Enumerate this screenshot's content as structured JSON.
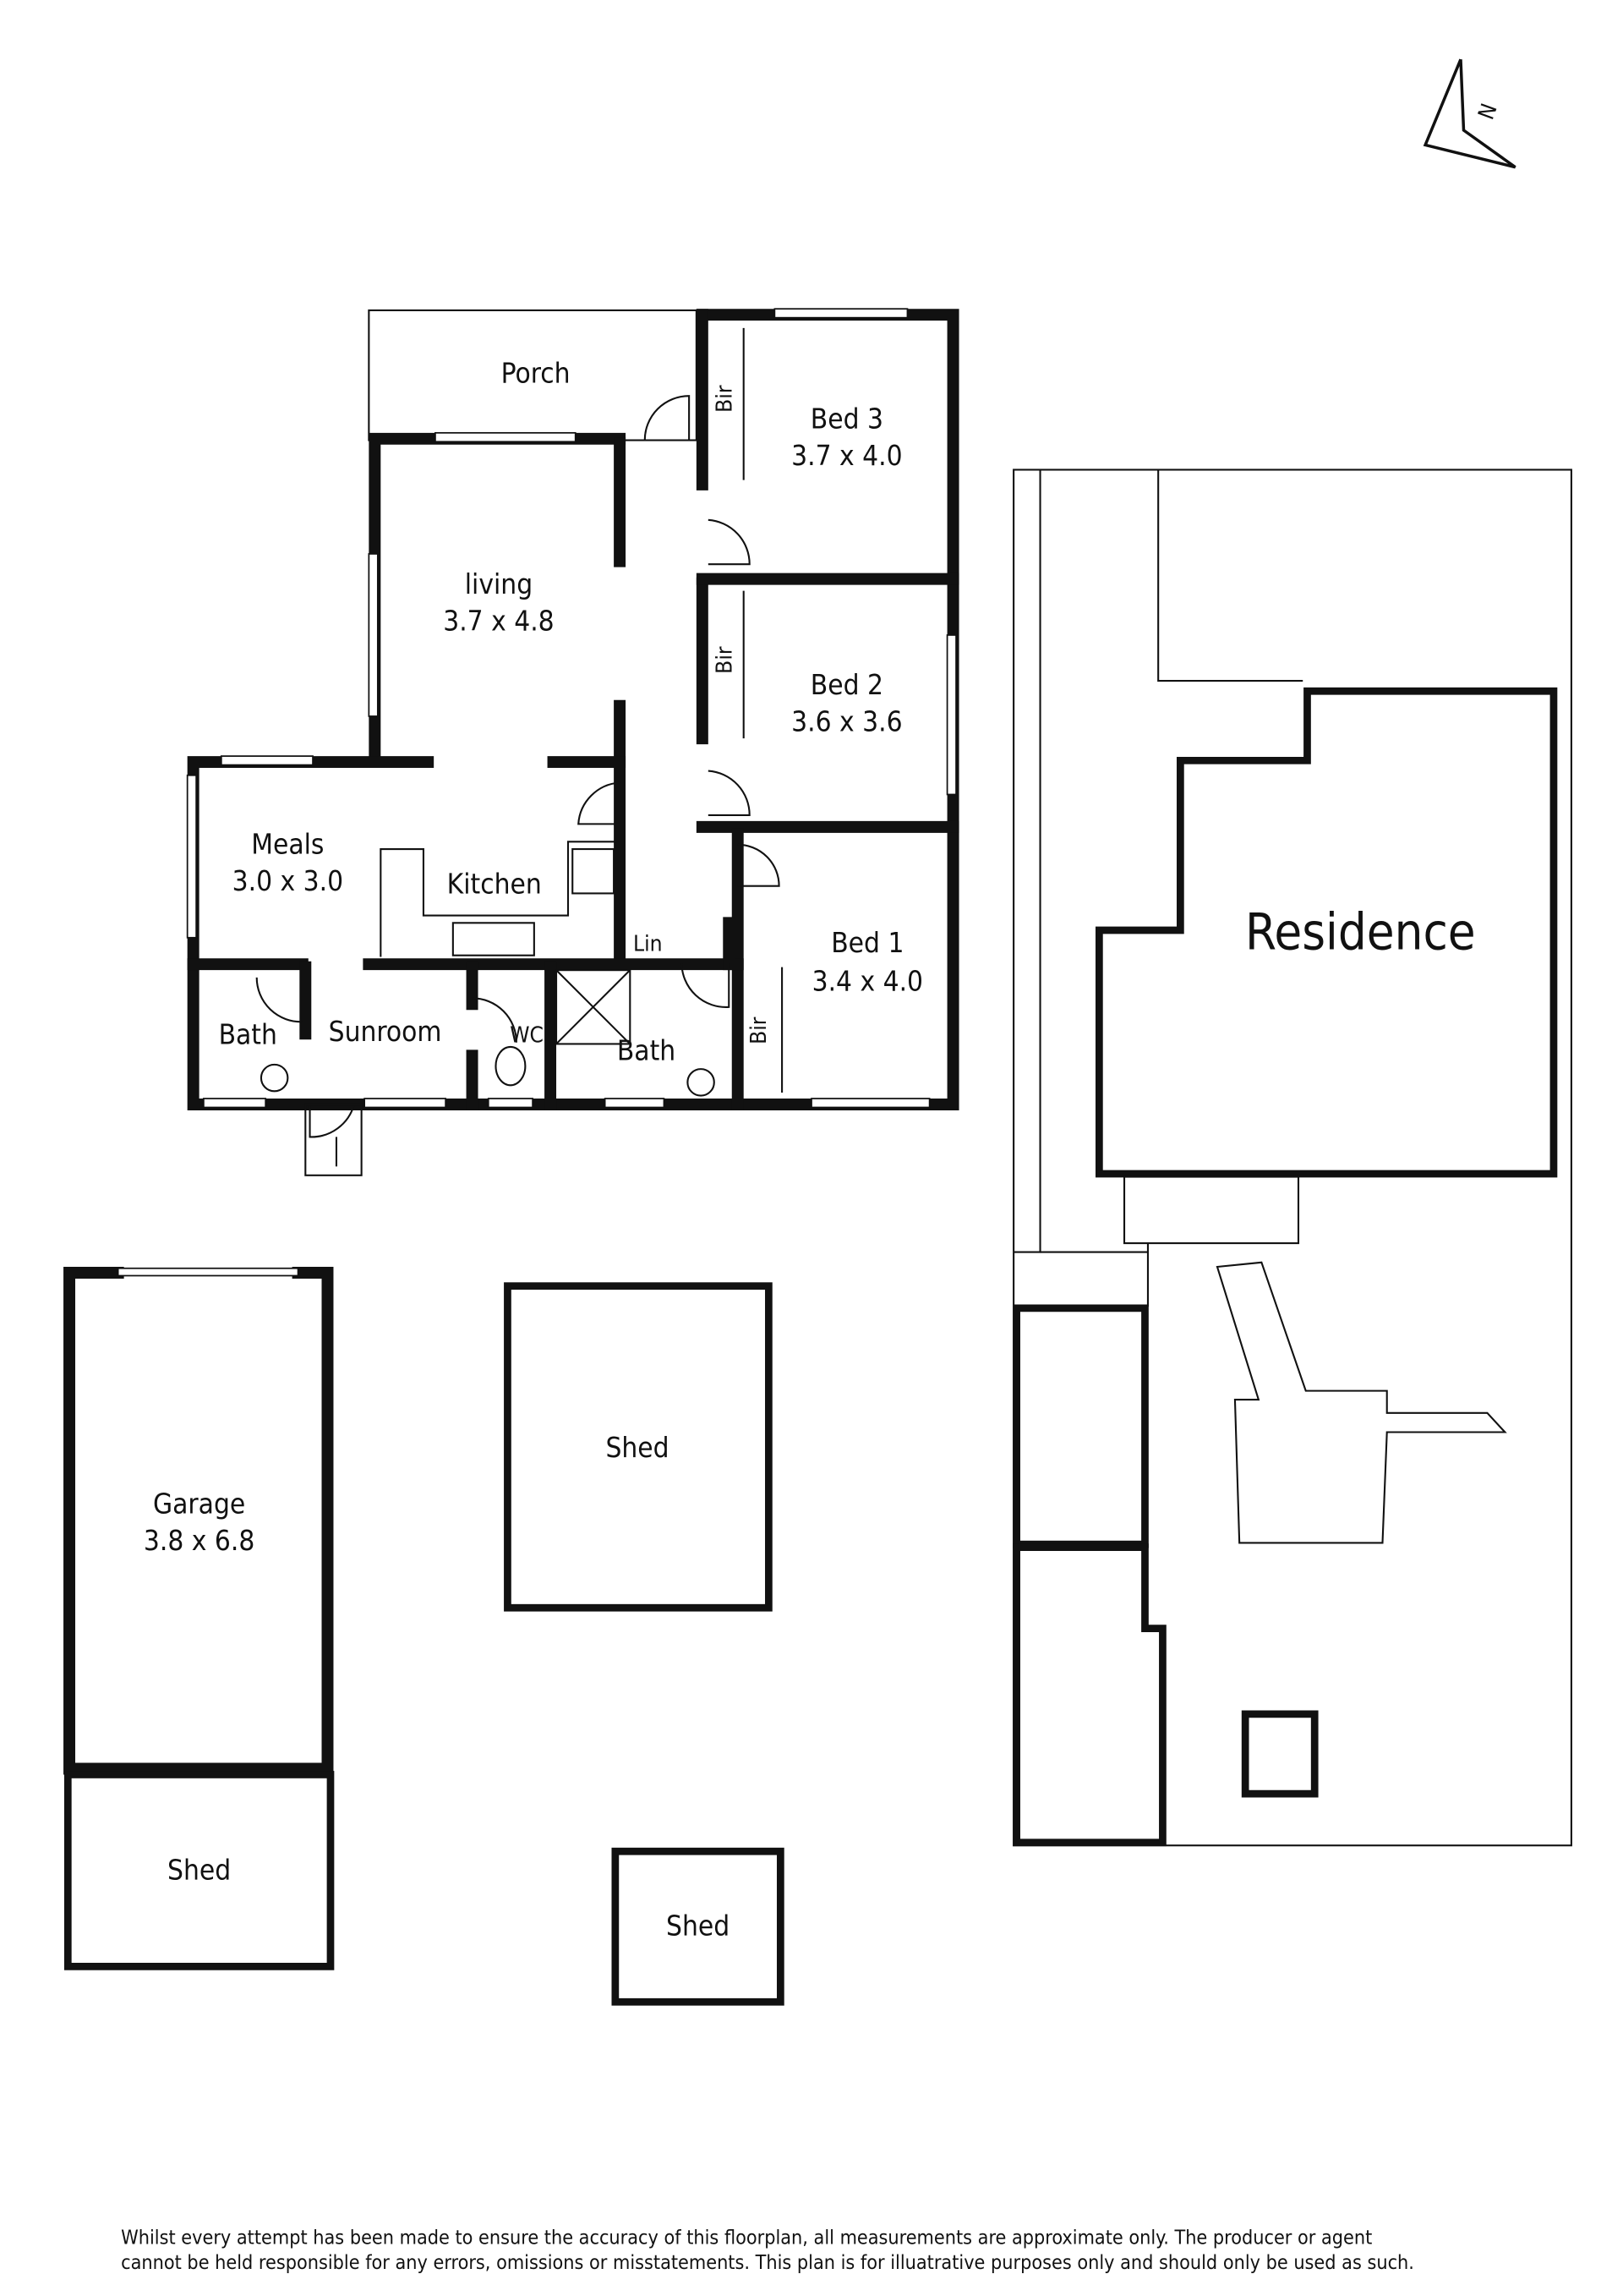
{
  "rooms": {
    "porch": {
      "name": "Porch"
    },
    "living": {
      "name": "living",
      "size": "3.7 x 4.8"
    },
    "bed3": {
      "name": "Bed 3",
      "size": "3.7 x 4.0"
    },
    "bed2": {
      "name": "Bed 2",
      "size": "3.6 x 3.6"
    },
    "bed1": {
      "name": "Bed 1",
      "size": "3.4 x 4.0"
    },
    "meals": {
      "name": "Meals",
      "size": "3.0 x 3.0"
    },
    "kitchen": {
      "name": "Kitchen"
    },
    "lin": {
      "name": "Lin"
    },
    "bath_left": {
      "name": "Bath"
    },
    "sunroom": {
      "name": "Sunroom"
    },
    "wc": {
      "name": "WC"
    },
    "bath_main": {
      "name": "Bath"
    },
    "bir": "Bir",
    "garage": {
      "name": "Garage",
      "size": "3.8 x 6.8"
    },
    "shed_garage": {
      "name": "Shed"
    },
    "shed_middle": {
      "name": "Shed"
    },
    "shed_small": {
      "name": "Shed"
    },
    "residence": {
      "name": "Residence"
    }
  },
  "compass": {
    "letter": "N"
  },
  "disclaimer": {
    "line1": "Whilst every attempt has been made to ensure the accuracy of this floorplan, all measurements are approximate only. The producer or agent",
    "line2": "cannot be held responsible for any errors, omissions or misstatements. This plan is for illuatrative purposes only and should only be used as such."
  }
}
